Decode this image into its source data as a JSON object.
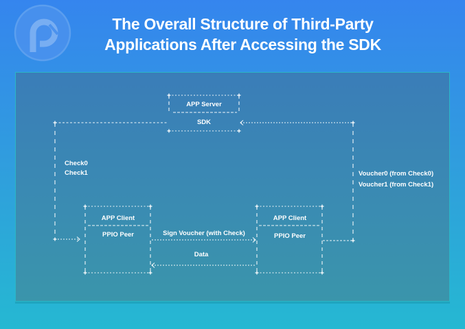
{
  "header": {
    "logo_icon": "ppio-logo-icon",
    "title_line1": "The Overall Structure of Third-Party",
    "title_line2": "Applications After Accessing the SDK"
  },
  "diagram": {
    "server": {
      "title": "APP Server",
      "sdk": "SDK"
    },
    "left_client": {
      "title": "APP Client",
      "peer": "PPIO Peer"
    },
    "right_client": {
      "title": "APP Client",
      "peer": "PPIO Peer"
    },
    "left_edge_labels": [
      "Check0",
      "Check1"
    ],
    "right_edge_labels": [
      "Voucher0 (from Check0)",
      "Voucher1 (from Check1)"
    ],
    "peer_to_peer_top": "Sign Voucher (with Check)",
    "peer_to_peer_bottom": "Data"
  },
  "colors": {
    "bg_top": "#3585ee",
    "bg_bottom": "#25b8d2",
    "panel": "#3a8cb2",
    "panel_border": "#2bb6c6",
    "line": "#ffffff"
  }
}
